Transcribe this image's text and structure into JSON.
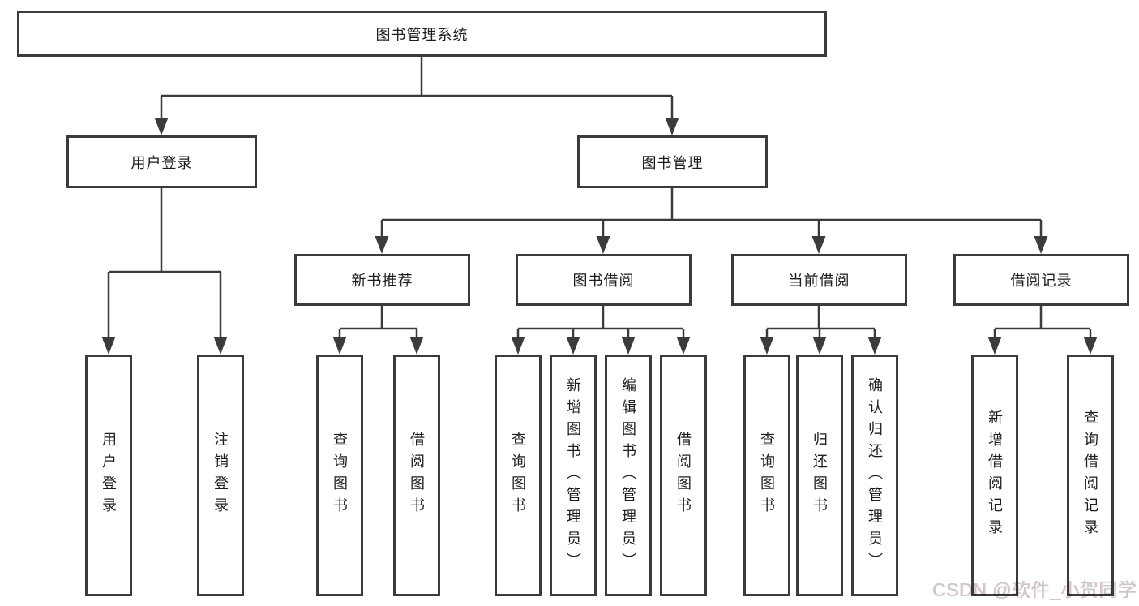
{
  "tree": {
    "label": "图书管理系统",
    "children": [
      {
        "label": "用户登录",
        "children": [
          {
            "label": "用户登录"
          },
          {
            "label": "注销登录"
          }
        ]
      },
      {
        "label": "图书管理",
        "children": [
          {
            "label": "新书推荐",
            "children": [
              {
                "label": "查询图书"
              },
              {
                "label": "借阅图书"
              }
            ]
          },
          {
            "label": "图书借阅",
            "children": [
              {
                "label": "查询图书"
              },
              {
                "label": "新增图书（管理员）"
              },
              {
                "label": "编辑图书（管理员）"
              },
              {
                "label": "借阅图书"
              }
            ]
          },
          {
            "label": "当前借阅",
            "children": [
              {
                "label": "查询图书"
              },
              {
                "label": "归还图书"
              },
              {
                "label": "确认归还（管理员）"
              }
            ]
          },
          {
            "label": "借阅记录",
            "children": [
              {
                "label": "新增借阅记录"
              },
              {
                "label": "查询借阅记录"
              }
            ]
          }
        ]
      }
    ]
  },
  "watermark": {
    "text": "CSDN @软件_小贺同学"
  },
  "colors": {
    "line": "#3b3b3b",
    "box_border": "#3b3b3b",
    "box_bg": "#ffffff",
    "text": "#1d1d1d",
    "watermark": "#c9c9c9",
    "background": "#ffffff"
  }
}
